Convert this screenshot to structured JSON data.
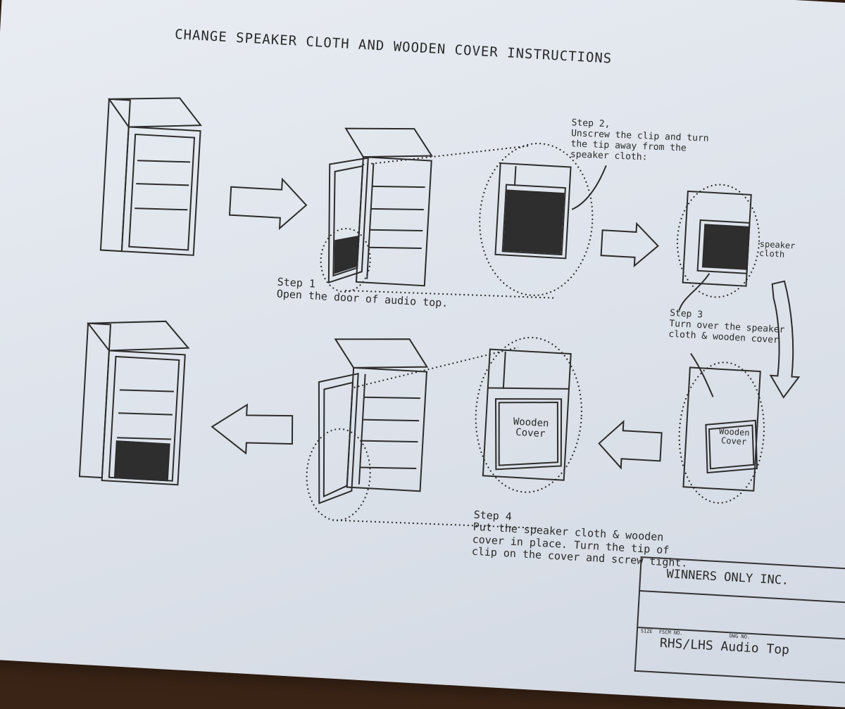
{
  "title": "CHANGE SPEAKER CLOTH AND WOODEN COVER INSTRUCTIONS",
  "steps": {
    "step1": [
      "Step 1",
      "Open the door of audio top."
    ],
    "step2": [
      "Step 2,",
      "Unscrew the clip and turn",
      "the tip away from the",
      "speaker cloth:"
    ],
    "step3": [
      "Step 3",
      "Turn over the speaker",
      "cloth & wooden cover"
    ],
    "step4": [
      "Step 4",
      "Put the speaker cloth & wooden",
      "cover in place. Turn the tip of",
      "clip on the cover and screw tight."
    ]
  },
  "labels": {
    "speaker_cloth": "speaker cloth",
    "wooden_cover_1": "Wooden Cover",
    "wooden_cover_2": "Wooden Cover"
  },
  "title_block": {
    "company": "WINNERS ONLY INC.",
    "product": "RHS/LHS Audio Top",
    "fields": [
      "SIZE",
      "FSCM NO.",
      "DWG NO."
    ]
  },
  "colors": {
    "paper": "#e3e8ef",
    "ink": "#2c2c2c",
    "fill": "#2e2e2e",
    "background": "#3a2416"
  }
}
